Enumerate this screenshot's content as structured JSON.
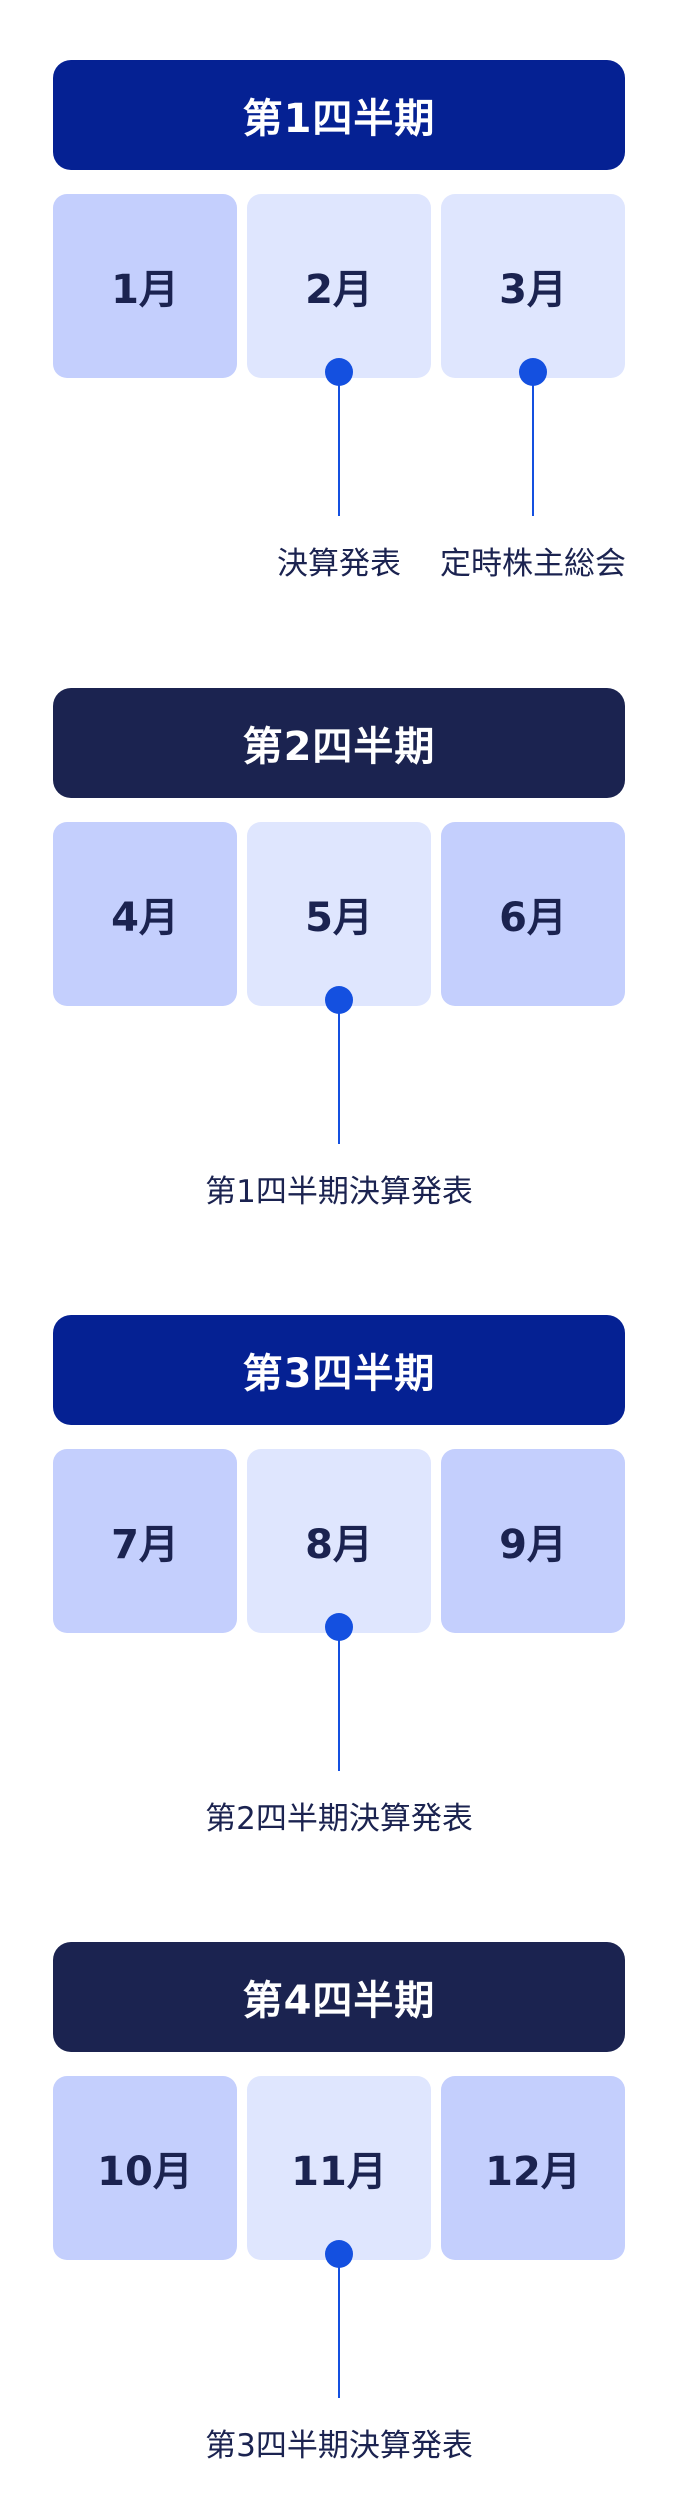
{
  "colors": {
    "header_royal": "#052193",
    "header_navy": "#1b2350",
    "month_strong": "#c4cffd",
    "month_light": "#dfe6fe",
    "marker": "#1450e0",
    "text": "#1b2350"
  },
  "quarters": [
    {
      "title": "第1四半期",
      "months": [
        "1月",
        "2月",
        "3月"
      ],
      "events": [
        "決算発表",
        "定時株主総会"
      ]
    },
    {
      "title": "第2四半期",
      "months": [
        "4月",
        "5月",
        "6月"
      ],
      "events": [
        "第1四半期決算発表"
      ]
    },
    {
      "title": "第3四半期",
      "months": [
        "7月",
        "8月",
        "9月"
      ],
      "events": [
        "第2四半期決算発表"
      ]
    },
    {
      "title": "第4四半期",
      "months": [
        "10月",
        "11月",
        "12月"
      ],
      "events": [
        "第3四半期決算発表"
      ]
    }
  ]
}
